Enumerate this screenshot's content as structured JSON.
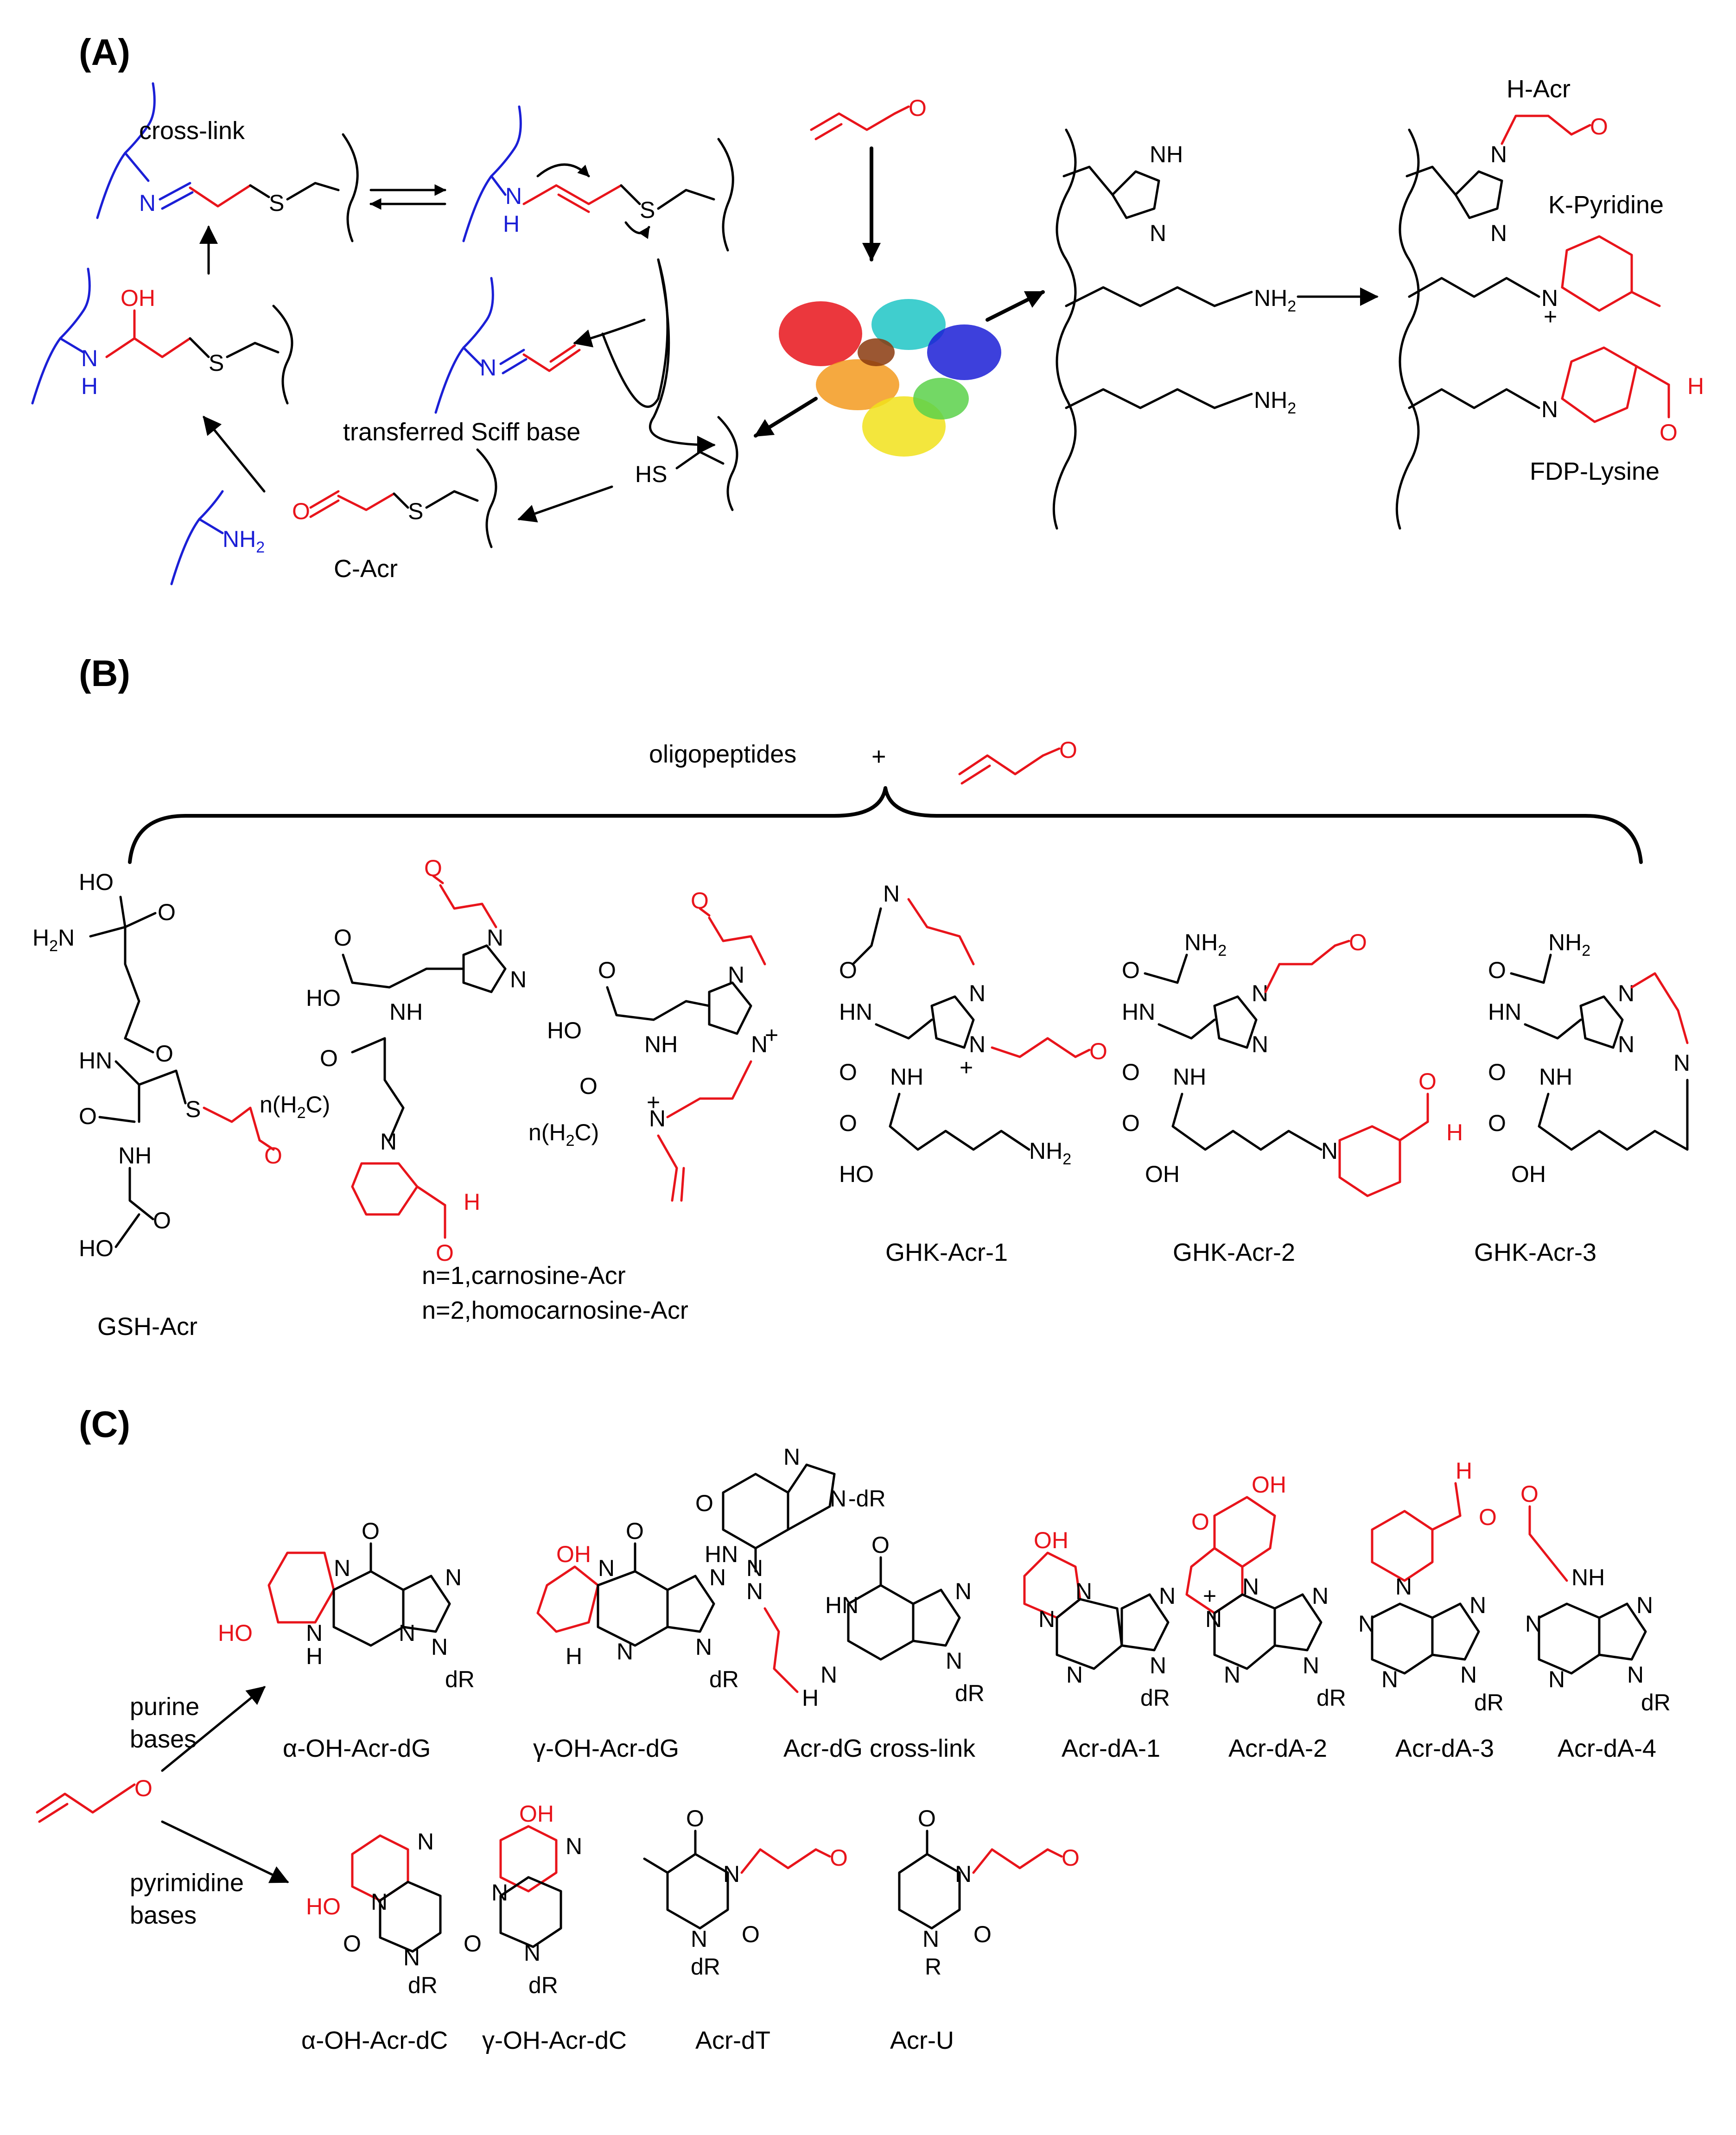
{
  "panels": {
    "a": "(A)",
    "b": "(B)",
    "c": "(C)"
  },
  "panel_a": {
    "cross_link": "cross-link",
    "transferred": "transferred Sciff base",
    "c_acr": "C-Acr",
    "h_acr": "H-Acr",
    "k_pyridine": "K-Pyridine",
    "fdp_lysine": "FDP-Lysine"
  },
  "panel_b": {
    "oligopeptides": "oligopeptides",
    "plus": "+",
    "gsh": "GSH-Acr",
    "carnosine_1": "n=1,carnosine-Acr",
    "carnosine_2": "n=2,homocarnosine-Acr",
    "ghk1": "GHK-Acr-1",
    "ghk2": "GHK-Acr-2",
    "ghk3": "GHK-Acr-3"
  },
  "panel_c": {
    "purine": [
      "purine",
      "bases"
    ],
    "pyrimidine": [
      "pyrimidine",
      "bases"
    ],
    "names": [
      "α-OH-Acr-dG",
      "γ-OH-Acr-dG",
      "Acr-dG cross-link",
      "Acr-dA-1",
      "Acr-dA-2",
      "Acr-dA-3",
      "Acr-dA-4",
      "α-OH-Acr-dC",
      "γ-OH-Acr-dC",
      "Acr-dT",
      "Acr-U"
    ]
  },
  "atoms": {
    "N": "N",
    "NH": "NH",
    "HN": "HN",
    "H": "H",
    "S": "S",
    "HS": "HS",
    "O": "O",
    "OH": "OH",
    "HO": "HO",
    "NH2": "NH",
    "sub2": "2",
    "H2N": "H",
    "dR": "dR",
    "R": "R",
    "plus": "+",
    "NHplus": "N",
    "nH2C": "n(H",
    "nH2C_tail": "C)",
    "dR_sep": "-dR"
  },
  "colors": {
    "black": "#000000",
    "red": "#e8141b",
    "blue": "#1b1fd6"
  }
}
